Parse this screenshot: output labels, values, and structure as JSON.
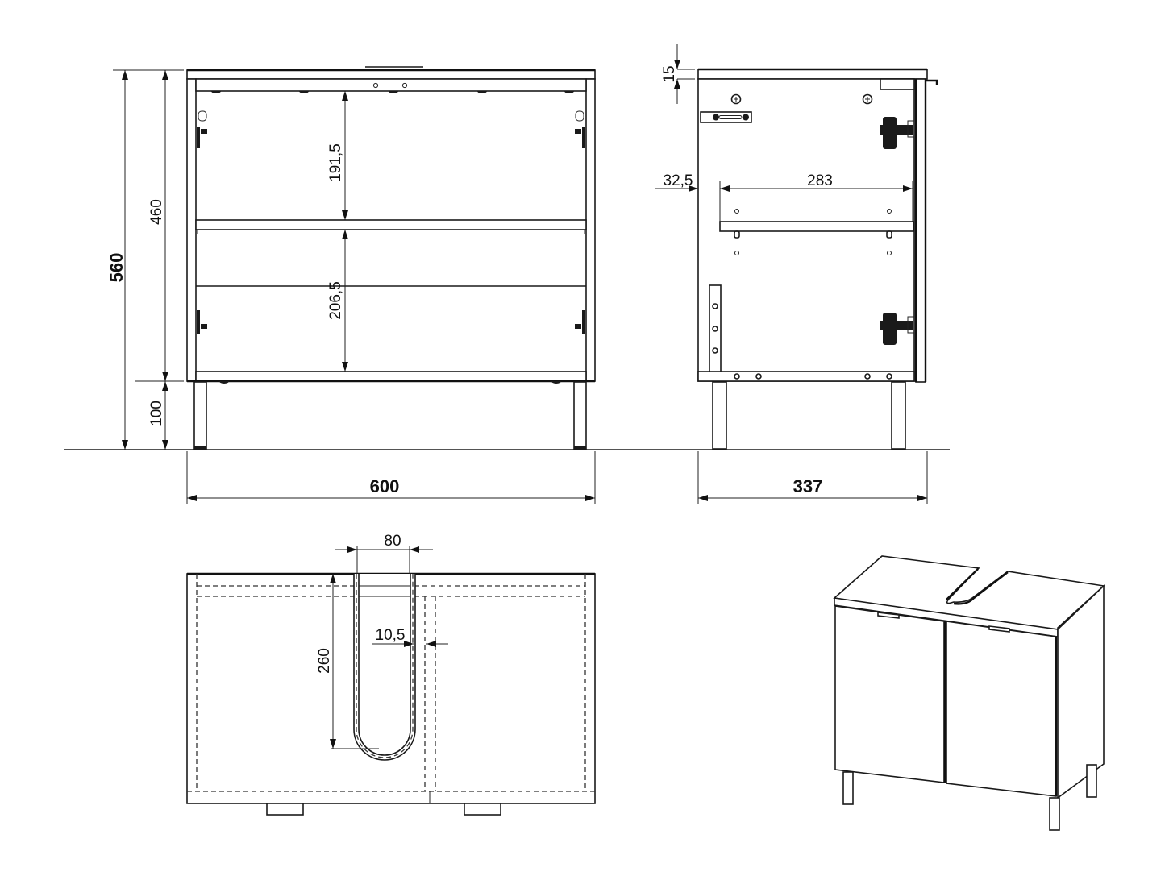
{
  "drawing": {
    "subject": "Under-sink vanity cabinet with two doors",
    "units": "mm"
  },
  "front_view": {
    "dims": {
      "total_height": "560",
      "body_height": "460",
      "leg_height": "100",
      "upper_compartment": "191,5",
      "lower_compartment": "206,5",
      "width": "600"
    }
  },
  "side_view": {
    "dims": {
      "top_thickness": "15",
      "shelf_offset": "32,5",
      "shelf_depth": "283",
      "depth": "337"
    }
  },
  "top_view": {
    "dims": {
      "cutout_width": "80",
      "cutout_depth": "260",
      "cutout_edge_offset": "10,5"
    }
  },
  "perspective_view": {
    "label": "3D view of closed cabinet"
  },
  "colors": {
    "line": "#1a1a1a",
    "background": "#ffffff"
  },
  "arrow_markers": [
    "arrow-start",
    "arrow-end"
  ]
}
